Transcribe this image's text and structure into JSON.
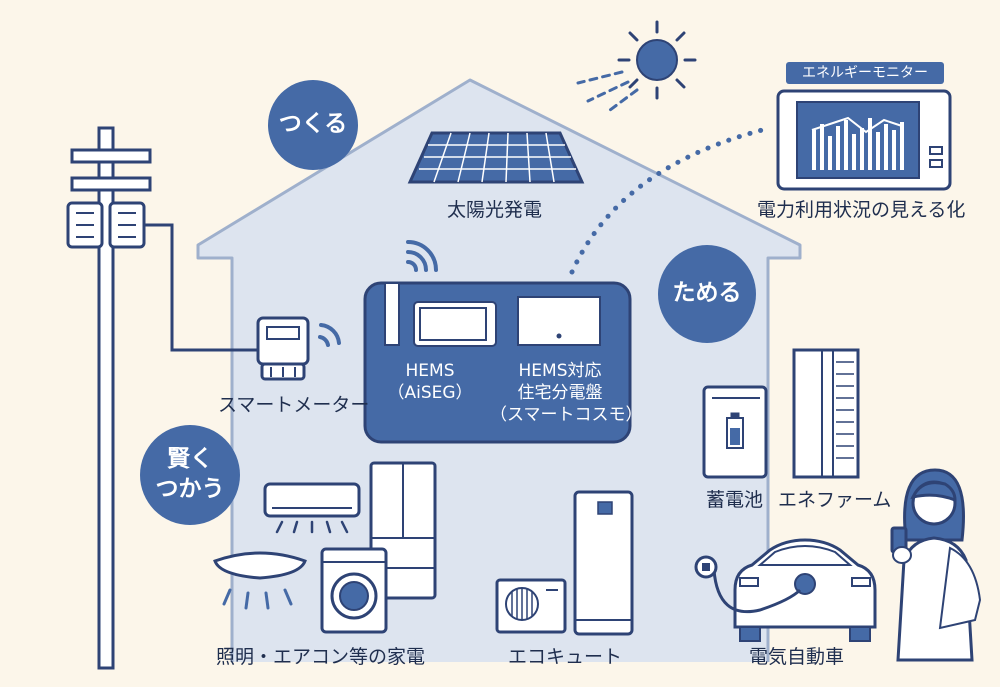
{
  "actions": {
    "make": "つくる",
    "store": "ためる",
    "use_line1": "賢く",
    "use_line2": "つかう"
  },
  "devices": {
    "solar": "太陽光発電",
    "monitor_title": "エネルギーモニター",
    "monitor_caption": "電力利用状況の見える化",
    "smart_meter": "スマートメーター",
    "hems_line1": "HEMS",
    "hems_line2": "（AiSEG）",
    "panel_line1": "HEMS対応",
    "panel_line2": "住宅分電盤",
    "panel_line3": "（スマートコスモ）",
    "battery": "蓄電池",
    "enefarm": "エネファーム",
    "appliances": "照明・エアコン等の家電",
    "ecocute": "エコキュート",
    "ev": "電気自動車"
  },
  "colors": {
    "house_fill": "#dde4ef",
    "outline": "#2e4375",
    "accent": "#456aa6",
    "white": "#ffffff",
    "background": "#fcf6ea"
  }
}
